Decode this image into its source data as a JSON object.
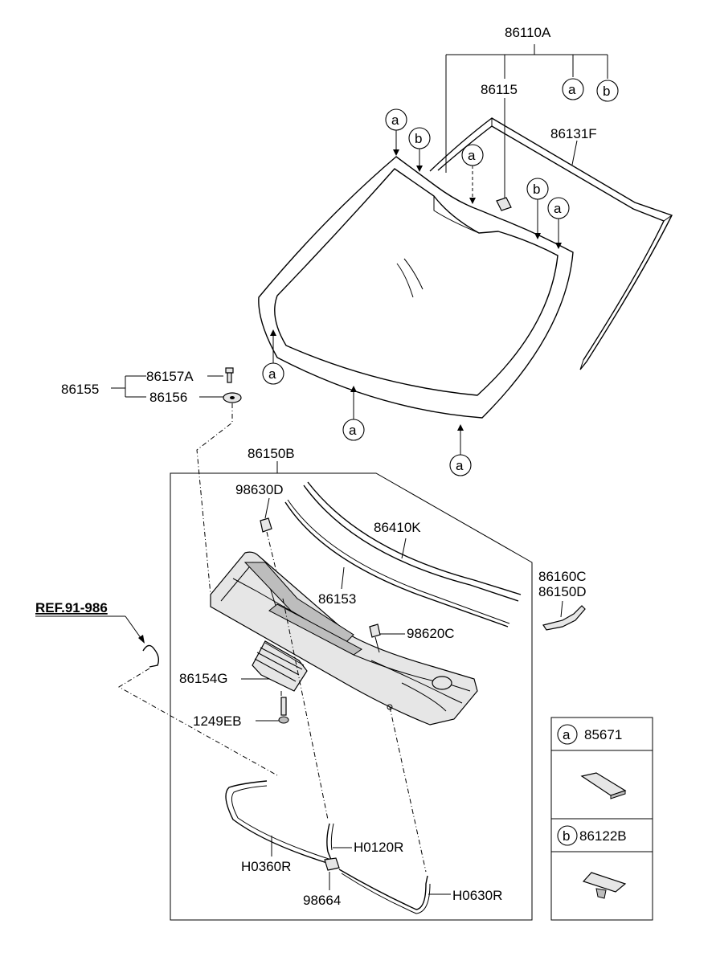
{
  "parts": {
    "p86110A": "86110A",
    "p86115": "86115",
    "p86131F": "86131F",
    "p86155": "86155",
    "p86157A": "86157A",
    "p86156": "86156",
    "p86150B": "86150B",
    "p98630D": "98630D",
    "p86410K": "86410K",
    "p86153": "86153",
    "p86160C": "86160C",
    "p86150D": "86150D",
    "p98620C": "98620C",
    "p86154G": "86154G",
    "p1249EB": "1249EB",
    "pH0120R": "H0120R",
    "pH0360R": "H0360R",
    "p98664": "98664",
    "pH0630R": "H0630R"
  },
  "reference": "REF.91-986",
  "markers": {
    "a": "a",
    "b": "b"
  },
  "legend": {
    "a_part": "85671",
    "b_part": "86122B"
  }
}
